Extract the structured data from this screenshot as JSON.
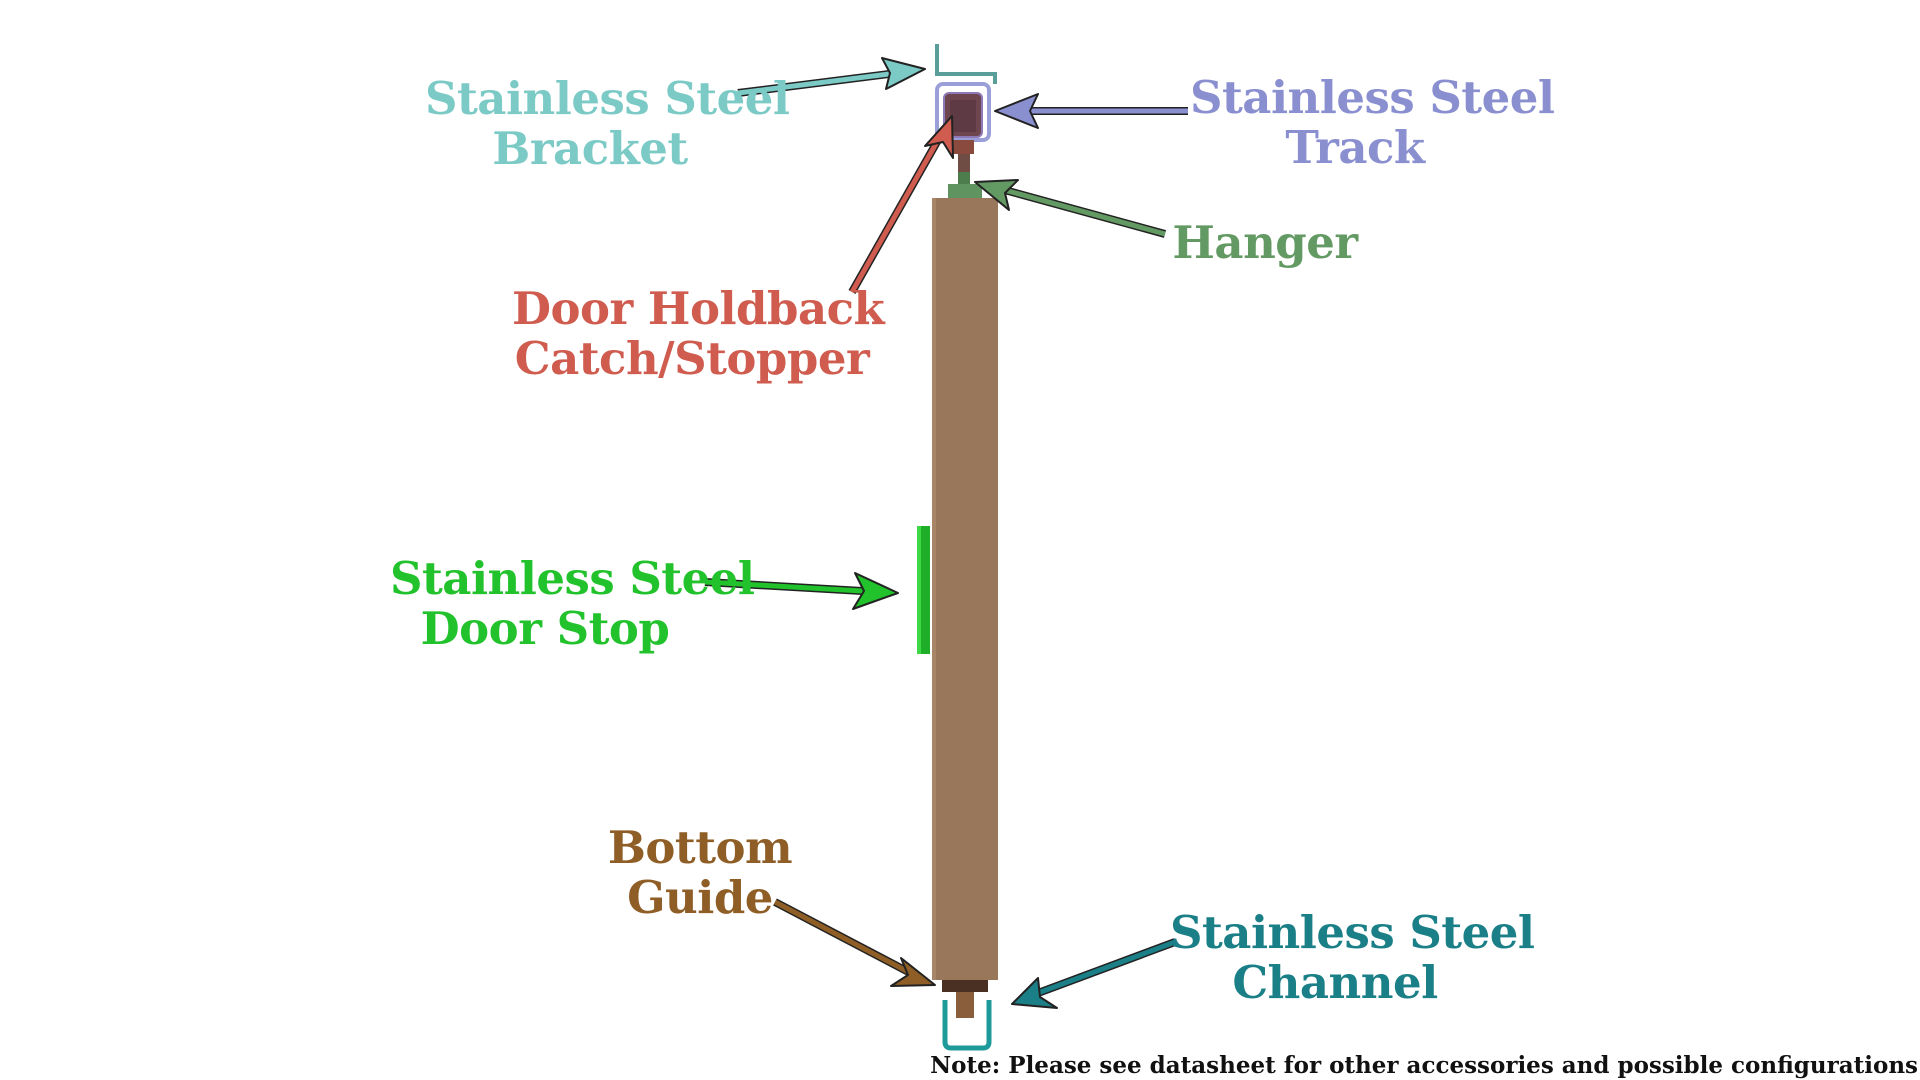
{
  "labels": {
    "bracket": {
      "line1": "Stainless Steel",
      "line2": "Bracket"
    },
    "track": {
      "line1": "Stainless Steel",
      "line2": "Track"
    },
    "hanger": {
      "line1": "Hanger"
    },
    "holdback": {
      "line1": "Door Holdback",
      "line2": "Catch/Stopper"
    },
    "doorstop": {
      "line1": "Stainless Steel",
      "line2": "Door Stop"
    },
    "guide": {
      "line1": "Bottom",
      "line2": "Guide"
    },
    "channel": {
      "line1": "Stainless Steel",
      "line2": "Channel"
    }
  },
  "note": "Note: Please see datasheet for other accessories and possible configurations",
  "colors": {
    "door": "#98775b",
    "bracket": "#7ccac6",
    "track": "#8a8fd0",
    "hanger": "#639a63",
    "holdback": "#cf5c4f",
    "doorstop": "#22c22c",
    "guide": "#8f5e26",
    "channel": "#1a7f86"
  }
}
